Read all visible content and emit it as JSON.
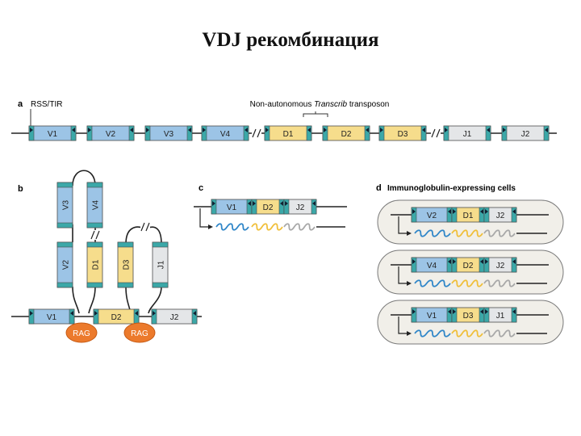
{
  "title": "VDJ рекомбинация",
  "colors": {
    "v": "#9cc4e6",
    "v_end": "#3ba8a8",
    "d": "#f6dd8c",
    "j": "#e4e6e8",
    "rag": "#ec7a2c",
    "wave_v": "#2f86c8",
    "wave_d": "#f0bf3a",
    "wave_j": "#a8a8a8",
    "cell": "#f1efe9"
  },
  "panel_a": {
    "letter": "a",
    "rss_label": "RSS/TIR",
    "transposon_prefix": "Non-autonomous ",
    "transposon_italic": "Transcrib",
    "transposon_suffix": " transposon",
    "segments": [
      "V1",
      "V2",
      "V3",
      "V4",
      "D1",
      "D2",
      "D3",
      "J1",
      "J2"
    ]
  },
  "panel_b": {
    "letter": "b",
    "loop_left_top": [
      "V3",
      "V4"
    ],
    "loop_left_bottom": [
      "V2",
      "D1"
    ],
    "loop_right": [
      "D3",
      "J1"
    ],
    "baseline": [
      "V1",
      "D2",
      "J2"
    ],
    "rag_label": "RAG"
  },
  "panel_c": {
    "letter": "c",
    "segments": [
      "V1",
      "D2",
      "J2"
    ]
  },
  "panel_d": {
    "letter": "d",
    "title": "Immunoglobulin-expressing cells",
    "cells": [
      [
        "V2",
        "D1",
        "J2"
      ],
      [
        "V4",
        "D2",
        "J2"
      ],
      [
        "V1",
        "D3",
        "J1"
      ]
    ]
  }
}
